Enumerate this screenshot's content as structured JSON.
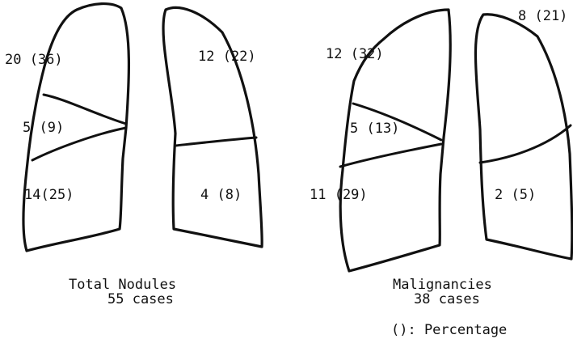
{
  "colors": {
    "ink": "#111111",
    "background": "#ffffff"
  },
  "diagrams": [
    {
      "caption_title": "Total Nodules",
      "caption_cases": "55 cases",
      "right_lung": {
        "upper": "20 (36)",
        "middle": "5 (9)",
        "lower": "14(25)"
      },
      "left_lung": {
        "upper": "12 (22)",
        "lower": "4 (8)"
      }
    },
    {
      "caption_title": "Malignancies",
      "caption_cases": "38 cases",
      "right_lung": {
        "upper": "12 (32)",
        "middle": "5 (13)",
        "lower": "11 (29)"
      },
      "left_lung": {
        "upper": "8 (21)",
        "lower": "2 (5)"
      }
    }
  ],
  "legend": "(): Percentage"
}
